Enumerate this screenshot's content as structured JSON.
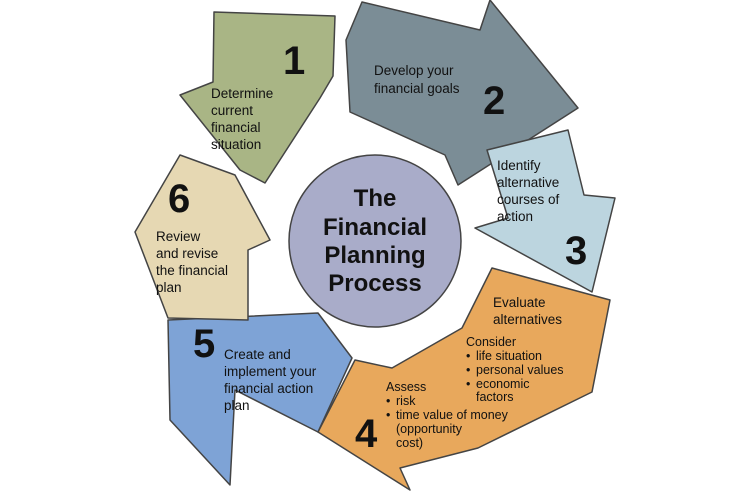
{
  "center": {
    "lines": [
      "The",
      "Financial",
      "Planning",
      "Process"
    ],
    "fill": "#a9acc9"
  },
  "steps": [
    {
      "number": "1",
      "lines": [
        "Determine",
        "current",
        "financial",
        "situation"
      ],
      "fill": "#a9b585"
    },
    {
      "number": "2",
      "lines": [
        "Develop your",
        "financial goals"
      ],
      "fill": "#7b8d96"
    },
    {
      "number": "3",
      "lines": [
        "Identify",
        "alternative",
        "courses of",
        "action"
      ],
      "fill": "#bcd5df"
    },
    {
      "number": "4",
      "title_lines": [
        "Evaluate",
        "alternatives"
      ],
      "consider": {
        "label": "Consider",
        "items": [
          "life situation",
          "personal values",
          "economic",
          "factors"
        ]
      },
      "assess": {
        "label": "Assess",
        "items": [
          "risk",
          "time value of money",
          "(opportunity",
          "cost)"
        ]
      },
      "fill": "#e8a85c"
    },
    {
      "number": "5",
      "lines": [
        "Create and",
        "implement your",
        "financial action",
        "plan"
      ],
      "fill": "#7ea3d6"
    },
    {
      "number": "6",
      "lines": [
        "Review",
        "and revise",
        "the financial",
        "plan"
      ],
      "fill": "#e6d8b3"
    }
  ],
  "bullet": "•"
}
